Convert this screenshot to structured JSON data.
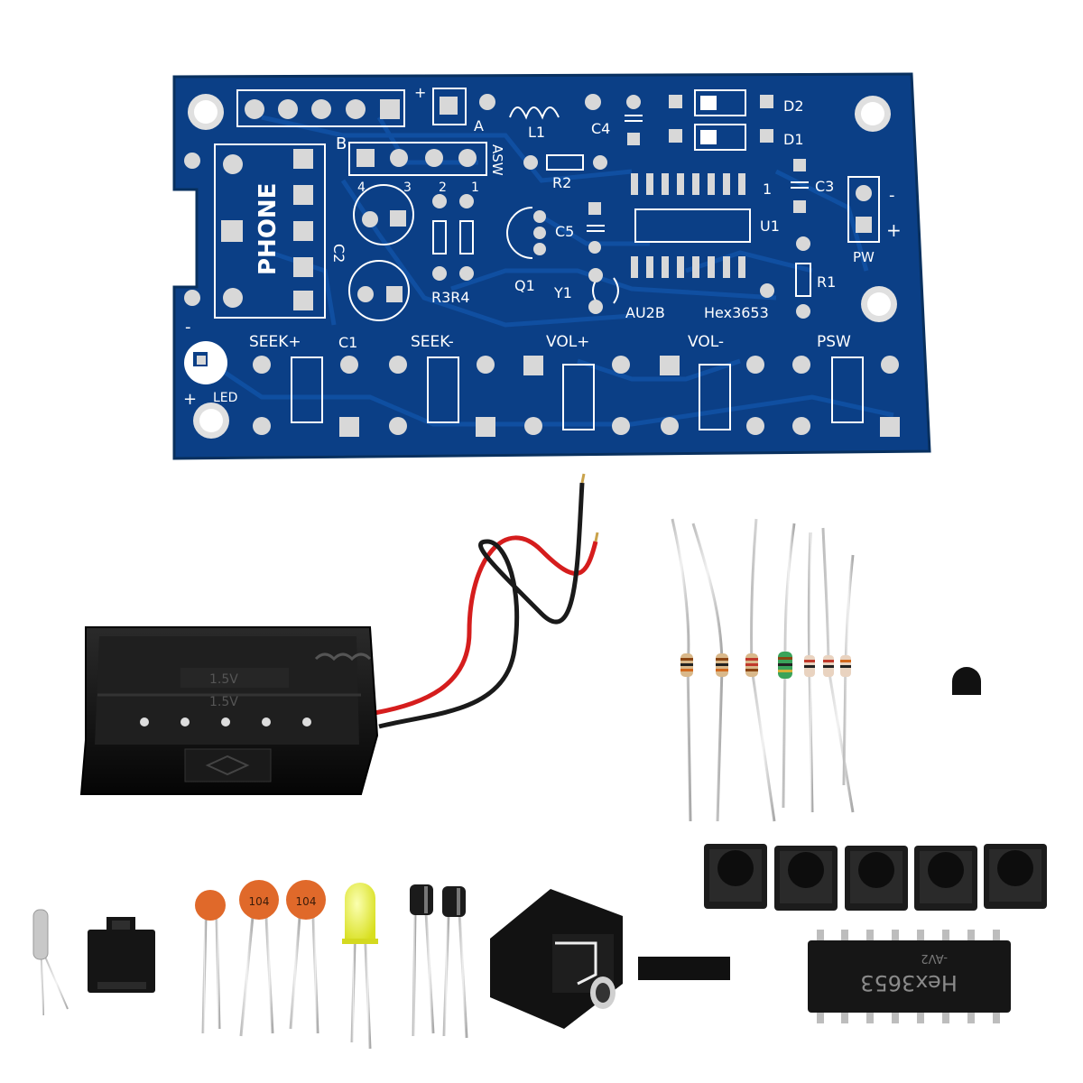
{
  "colors": {
    "pcb": "#0b3f86",
    "pcb_dark": "#08305f",
    "trace": "#0e4a99",
    "silkscreen": "#ffffff",
    "pad": "#d8d8d8",
    "black_plastic": "#111111",
    "wire_red": "#d51d1d",
    "wire_black": "#1a1a1a",
    "ceramic_cap": "#e0692a",
    "led_yellow": "#e8ef3a",
    "resistor_body": "#d9b88a"
  },
  "pcb_labels": {
    "phone": "PHONE",
    "b": "B",
    "a": "A",
    "l1": "L1",
    "c4": "C4",
    "d2": "D2",
    "d1": "D1",
    "asw": "ASW",
    "n4": "4",
    "n3": "3",
    "n2": "2",
    "n1": "1",
    "r2": "R2",
    "c5": "C5",
    "u1": "U1",
    "c3": "C3",
    "pw": "PW",
    "c2": "C2",
    "q1": "Q1",
    "y1": "Y1",
    "r1": "R1",
    "r3r4": "R3R4",
    "au2b": "AU2B",
    "hex": "Hex3653",
    "seek_plus": "SEEK+",
    "c1": "C1",
    "seek_minus": "SEEK-",
    "vol_plus": "VOL+",
    "vol_minus": "VOL-",
    "psw": "PSW",
    "led": "LED",
    "plus": "+",
    "minus": "-",
    "one": "1"
  },
  "parts": {
    "cap_label_1": "104",
    "cap_label_2": "104",
    "chip_label": "Hex3653",
    "chip_sub": "-AV2",
    "battery_label_1": "1.5V",
    "battery_label_2": "1.5V"
  },
  "counts": {
    "resistors": 7,
    "tactile_switches": 5,
    "ceramic_caps": 3,
    "electrolytic_caps": 2,
    "header_pins": 4
  }
}
